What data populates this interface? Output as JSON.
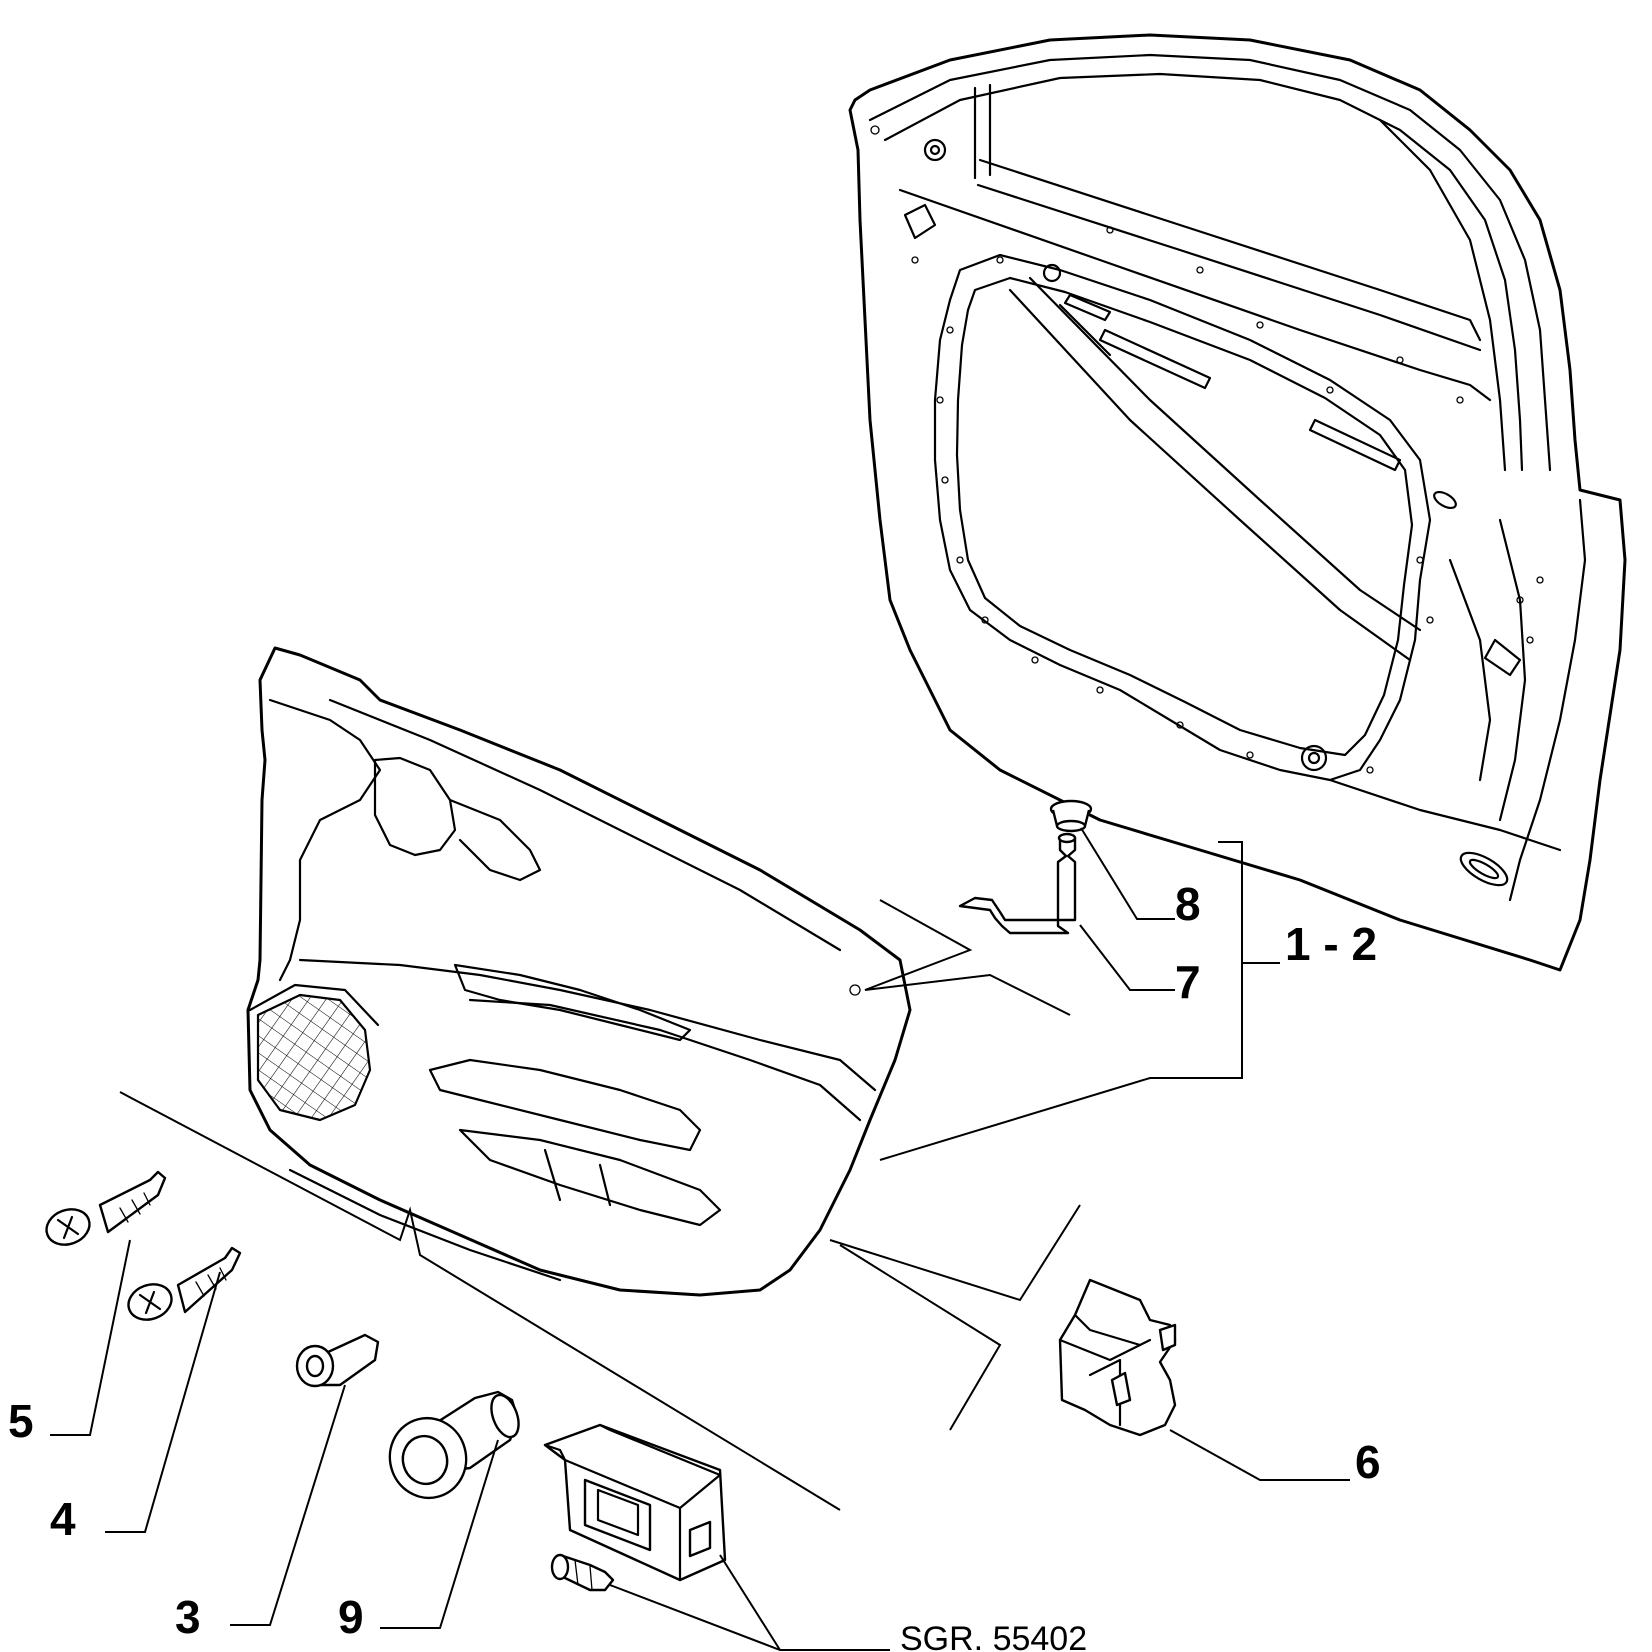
{
  "callouts": {
    "c1_2": "1 - 2",
    "c3": "3",
    "c4": "4",
    "c5": "5",
    "c6": "6",
    "c7": "7",
    "c8": "8",
    "c9": "9"
  },
  "reference": "SGR. 55402"
}
